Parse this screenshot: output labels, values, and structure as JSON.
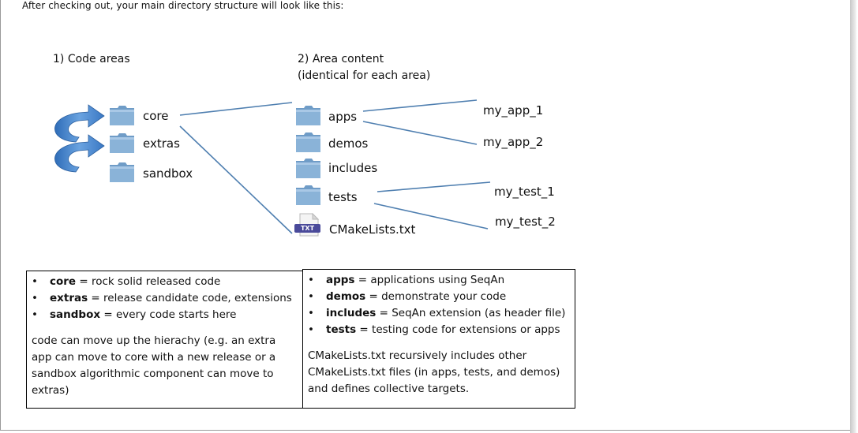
{
  "intro_text": "After checking out, your main directory structure will look like this:",
  "headings": {
    "code_areas": "1) Code areas",
    "area_content_line1": "2) Area content",
    "area_content_line2": "(identical for each area)"
  },
  "code_areas": [
    "core",
    "extras",
    "sandbox"
  ],
  "area_content": [
    "apps",
    "demos",
    "includes",
    "tests",
    "CMakeLists.txt"
  ],
  "txt_badge": "TXT",
  "leaves": {
    "apps": [
      "my_app_1",
      "my_app_2"
    ],
    "tests": [
      "my_test_1",
      "my_test_2"
    ]
  },
  "colors": {
    "folder_blue": "#7aa7cf",
    "arrow_blue": "#3f7fc8",
    "connector": "#4f7fb0"
  },
  "left_box": {
    "bullets": [
      {
        "term": "core",
        "desc": " = rock solid released code"
      },
      {
        "term": "extras",
        "desc": " = release candidate code, extensions"
      },
      {
        "term": "sandbox",
        "desc": " = every code starts here"
      }
    ],
    "bullet_char": "•",
    "paragraph_lines": [
      "code can move up the hierachy (e.g. an extra",
      "app can move to core with a new release or a",
      "sandbox algorithmic component can move to",
      "extras)"
    ]
  },
  "right_box": {
    "bullets": [
      {
        "term": "apps",
        "desc": " = applications using SeqAn"
      },
      {
        "term": "demos",
        "desc": " = demonstrate your code"
      },
      {
        "term": "includes",
        "desc": " = SeqAn extension (as header file)"
      },
      {
        "term": "tests",
        "desc": " = testing code for extensions or apps"
      }
    ],
    "bullet_char": "•",
    "paragraph_lines": [
      "CMakeLists.txt recursively includes other",
      "CMakeLists.txt files (in apps, tests, and demos)",
      "and defines collective targets."
    ]
  }
}
